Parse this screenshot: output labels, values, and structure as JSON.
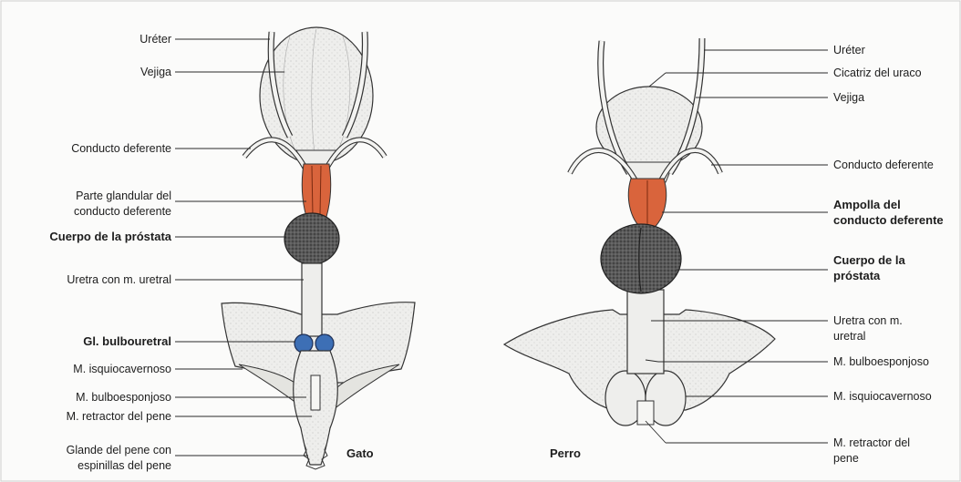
{
  "gato": {
    "caption": "Gato",
    "labels": {
      "ureter": "Uréter",
      "vejiga": "Vejiga",
      "conducto_deferente": "Conducto deferente",
      "parte_glandular_1": "Parte glandular del",
      "parte_glandular_2": "conducto deferente",
      "cuerpo_prostata": "Cuerpo de la próstata",
      "uretra": "Uretra con m. uretral",
      "bulbouretral": "Gl. bulbouretral",
      "isquiocavernoso": "M. isquiocavernoso",
      "bulboesponjoso": "M. bulboesponjoso",
      "retractor": "M. retractor del pene",
      "glande_1": "Glande del pene con",
      "glande_2": "espinillas del pene"
    }
  },
  "perro": {
    "caption": "Perro",
    "labels": {
      "ureter": "Uréter",
      "cicatriz": "Cicatriz del uraco",
      "vejiga": "Vejiga",
      "conducto_deferente": "Conducto deferente",
      "ampolla_1": "Ampolla del",
      "ampolla_2": "conducto deferente",
      "prostata_1": "Cuerpo de la",
      "prostata_2": "próstata",
      "uretra_1": "Uretra con m.",
      "uretra_2": "uretral",
      "bulboesponjoso": "M. bulboesponjoso",
      "isquiocavernoso": "M. isquiocavernoso",
      "retractor_1": "M. retractor del",
      "retractor_2": "pene"
    }
  },
  "colors": {
    "ampolla": "#d9643c",
    "bulbouretral": "#3d6fb5",
    "prostata": "#4b4b4b",
    "tissue": "#ececea",
    "line": "#2a2a2a"
  }
}
